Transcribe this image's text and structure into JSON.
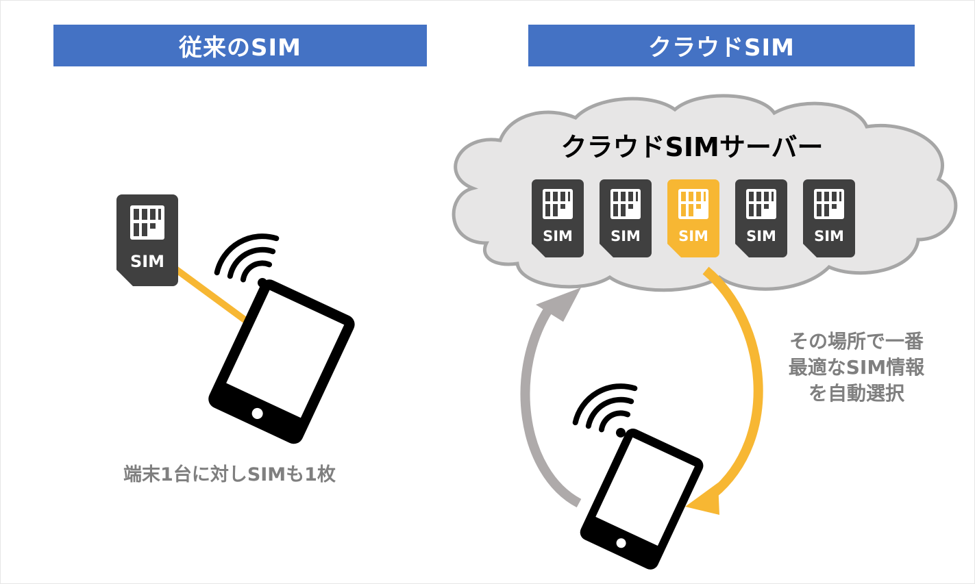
{
  "traditional": {
    "title": "従来のSIM",
    "sim_label": "SIM",
    "caption": "端末1台に対しSIMも1枚"
  },
  "cloud": {
    "title": "クラウドSIM",
    "server_label": "クラウドSIMサーバー",
    "sims": [
      {
        "label": "SIM",
        "color": "#404040"
      },
      {
        "label": "SIM",
        "color": "#404040"
      },
      {
        "label": "SIM",
        "color": "#f7b733"
      },
      {
        "label": "SIM",
        "color": "#404040"
      },
      {
        "label": "SIM",
        "color": "#404040"
      }
    ],
    "selection_note": [
      "その場所で一番",
      "最適なSIM情報",
      "を自動選択"
    ]
  },
  "colors": {
    "banner": "#4472c4",
    "highlight": "#f7b733",
    "dark": "#404040",
    "cloud_fill": "#e7e6e6",
    "cloud_stroke": "#a6a6a6",
    "arrow_gray": "#aeaaaa"
  }
}
